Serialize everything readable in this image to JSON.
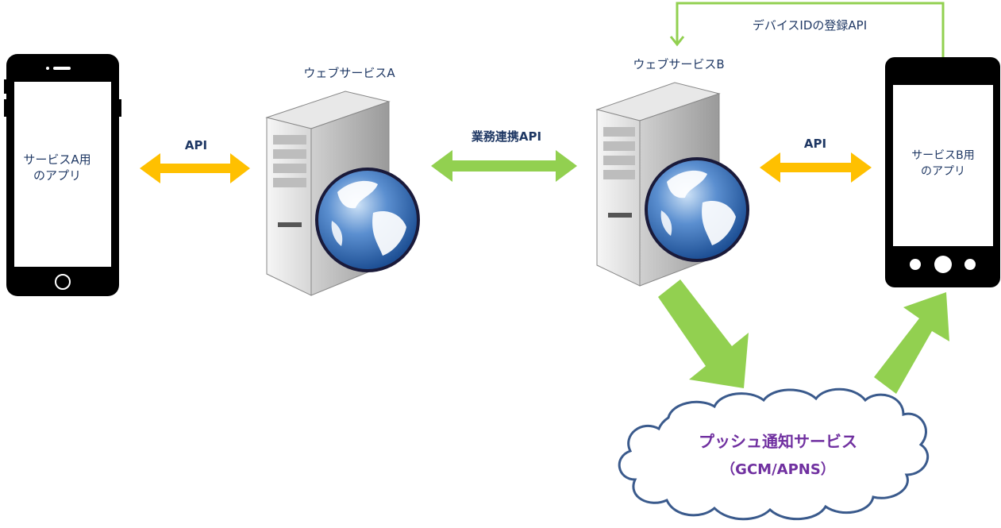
{
  "phone_a": {
    "screen_line1": "サービスA用",
    "screen_line2": "のアプリ"
  },
  "phone_b": {
    "screen_line1": "サービスB用",
    "screen_line2": "のアプリ"
  },
  "server_a": {
    "label": "ウェブサービスA"
  },
  "server_b": {
    "label": "ウェブサービスB"
  },
  "links": {
    "api_a": "API",
    "business_api": "業務連携API",
    "api_b": "API",
    "device_register": "デバイスIDの登録API"
  },
  "push_service": {
    "title": "プッシュ通知サービス",
    "subtitle": "（GCM/APNS）"
  },
  "colors": {
    "api_arrow": "#ffc000",
    "green_arrow": "#92d050",
    "label_text": "#1f3864",
    "push_text": "#7030a0",
    "cloud_stroke": "#3a5a8c"
  }
}
